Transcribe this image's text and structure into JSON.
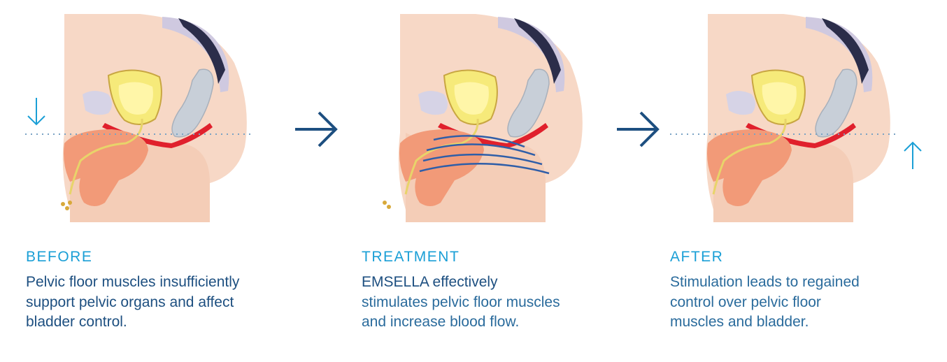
{
  "panels": [
    {
      "id": "before",
      "title": "BEFORE",
      "lines": [
        "Pelvic floor muscles insufficiently",
        "support pelvic organs and affect",
        "bladder control."
      ]
    },
    {
      "id": "treatment",
      "title": "TREATMENT",
      "lines": [
        "EMSELLA effectively",
        "stimulates pelvic floor muscles",
        "and increase blood flow."
      ]
    },
    {
      "id": "after",
      "title": "AFTER",
      "lines": [
        "Stimulation leads to regained",
        "control over pelvic floor",
        "muscles and bladder."
      ]
    }
  ],
  "icons": {
    "step_arrow": "right-arrow-icon",
    "down": "down-arrow-icon",
    "up": "up-arrow-icon"
  },
  "colors": {
    "title": "#1a9fd6",
    "text_dark": "#1d4f80",
    "text_mid": "#2a6b9c",
    "arrow": "#1d4f80",
    "muscle": "#e0202c",
    "bladder": "#f6ea7a",
    "skin": "#f6d3c0",
    "organ": "#f29a78",
    "waves": "#2f5ea8",
    "dotted_line": "#7aa3c4"
  }
}
